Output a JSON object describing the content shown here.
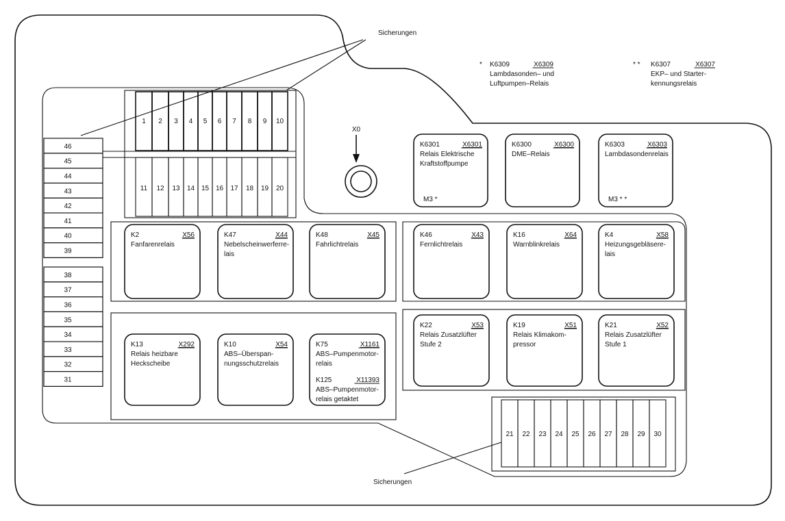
{
  "fuse_label_top": "Sicherungen",
  "fuse_label_bottom": "Sicherungen",
  "x0_label": "X0",
  "legend": [
    {
      "mark": "*",
      "code": "K6309",
      "connector": "X6309",
      "lines": [
        "Lambdasonden– und",
        "Luftpumpen–Relais"
      ]
    },
    {
      "mark": "* *",
      "code": "K6307",
      "connector": "X6307",
      "lines": [
        "EKP– und Starter-",
        "kennungsrelais"
      ]
    }
  ],
  "fuses_top_row": [
    "1",
    "2",
    "3",
    "4",
    "5",
    "6",
    "7",
    "8",
    "9",
    "10"
  ],
  "fuses_second_row": [
    "11",
    "12",
    "13",
    "14",
    "15",
    "16",
    "17",
    "18",
    "19",
    "20"
  ],
  "fuses_bottom_row": [
    "21",
    "22",
    "23",
    "24",
    "25",
    "26",
    "27",
    "28",
    "29",
    "30"
  ],
  "left_fuses_upper": [
    "46",
    "45",
    "44",
    "43",
    "42",
    "41",
    "40",
    "39"
  ],
  "left_fuses_lower": [
    "38",
    "37",
    "36",
    "35",
    "34",
    "33",
    "32",
    "31"
  ],
  "relays": [
    {
      "code": "K6301",
      "connector": "X6301",
      "lines": [
        "Relais Elektrische",
        "Kraftstoffpumpe"
      ],
      "footer": "M3 *"
    },
    {
      "code": "K6300",
      "connector": "X6300",
      "lines": [
        "DME–Relais"
      ],
      "footer": ""
    },
    {
      "code": "K6303",
      "connector": "X6303",
      "lines": [
        "Lambdasondenrelais"
      ],
      "footer": "M3 * *"
    },
    {
      "code": "K2",
      "connector": "X56",
      "lines": [
        "Fanfarenrelais"
      ]
    },
    {
      "code": "K47",
      "connector": "X44",
      "lines": [
        "Nebelscheinwerferre-",
        "lais"
      ]
    },
    {
      "code": "K48",
      "connector": "X45",
      "lines": [
        "Fahrlichtrelais"
      ]
    },
    {
      "code": "K46",
      "connector": "X43",
      "lines": [
        "Fernlichtrelais"
      ]
    },
    {
      "code": "K16",
      "connector": "X64",
      "lines": [
        "Warnblinkrelais"
      ]
    },
    {
      "code": "K4",
      "connector": "X58",
      "lines": [
        "Heizungsgebläsere-",
        "lais"
      ]
    },
    {
      "code": "K13",
      "connector": "X292",
      "lines": [
        "Relais heizbare",
        "Heckscheibe"
      ]
    },
    {
      "code": "K10",
      "connector": "X54",
      "lines": [
        "ABS–Überspan-",
        "nungsschutzrelais"
      ]
    },
    {
      "code": "K75",
      "connector": "X1161",
      "lines": [
        "ABS–Pumpenmotor-",
        "relais"
      ],
      "code2": "K125",
      "connector2": "X11393",
      "lines2": [
        "ABS–Pumpenmotor-",
        "relais getaktet"
      ]
    },
    {
      "code": "K22",
      "connector": "X53",
      "lines": [
        "Relais Zusatzlüfter",
        "Stufe 2"
      ]
    },
    {
      "code": "K19",
      "connector": "X51",
      "lines": [
        "Relais Klimakom-",
        "pressor"
      ]
    },
    {
      "code": "K21",
      "connector": "X52",
      "lines": [
        "Relais Zusatzlüfter",
        "Stufe 1"
      ]
    }
  ]
}
